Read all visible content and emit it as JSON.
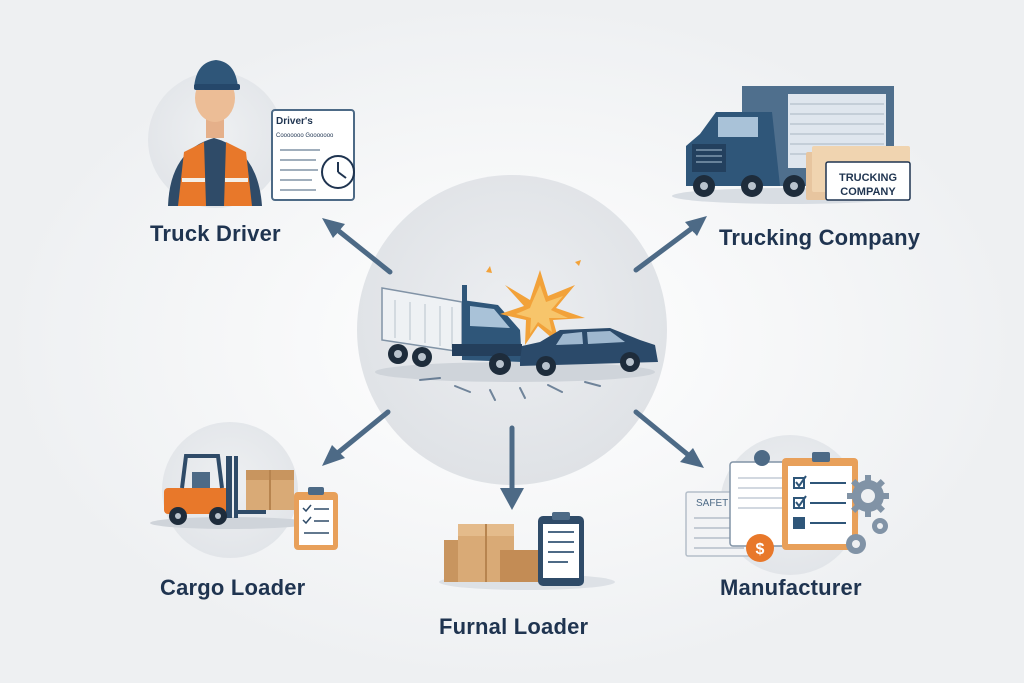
{
  "colors": {
    "background": "#f6f7f8",
    "circle": "#e3e6ea",
    "arrow": "#4d6a86",
    "truck_blue": "#2f5679",
    "vest_orange": "#e8782a",
    "box_tan": "#d9aa76",
    "label_text": "#1f3450",
    "burst_orange": "#f2a23a"
  },
  "nodes": {
    "truck_driver": {
      "label": "Truck Driver",
      "doc_title": "Driver's",
      "doc_subtitle": "Cooooooo Gooooooo"
    },
    "trucking_company": {
      "label": "Trucking Company",
      "sign": "TRUCKING COMPANY"
    },
    "cargo_loader": {
      "label": "Cargo Loader"
    },
    "furnal_loader": {
      "label": "Furnal Loader"
    },
    "manufacturer": {
      "label": "Manufacturer",
      "doc_text": "SAFET"
    }
  },
  "icons": {
    "center": "truck-car-collision-icon",
    "truck_driver": "truck-driver-icon",
    "trucking_company": "semi-truck-icon",
    "cargo_loader": "forklift-icon",
    "furnal_loader": "boxes-clipboard-icon",
    "manufacturer": "documents-gears-icon"
  }
}
